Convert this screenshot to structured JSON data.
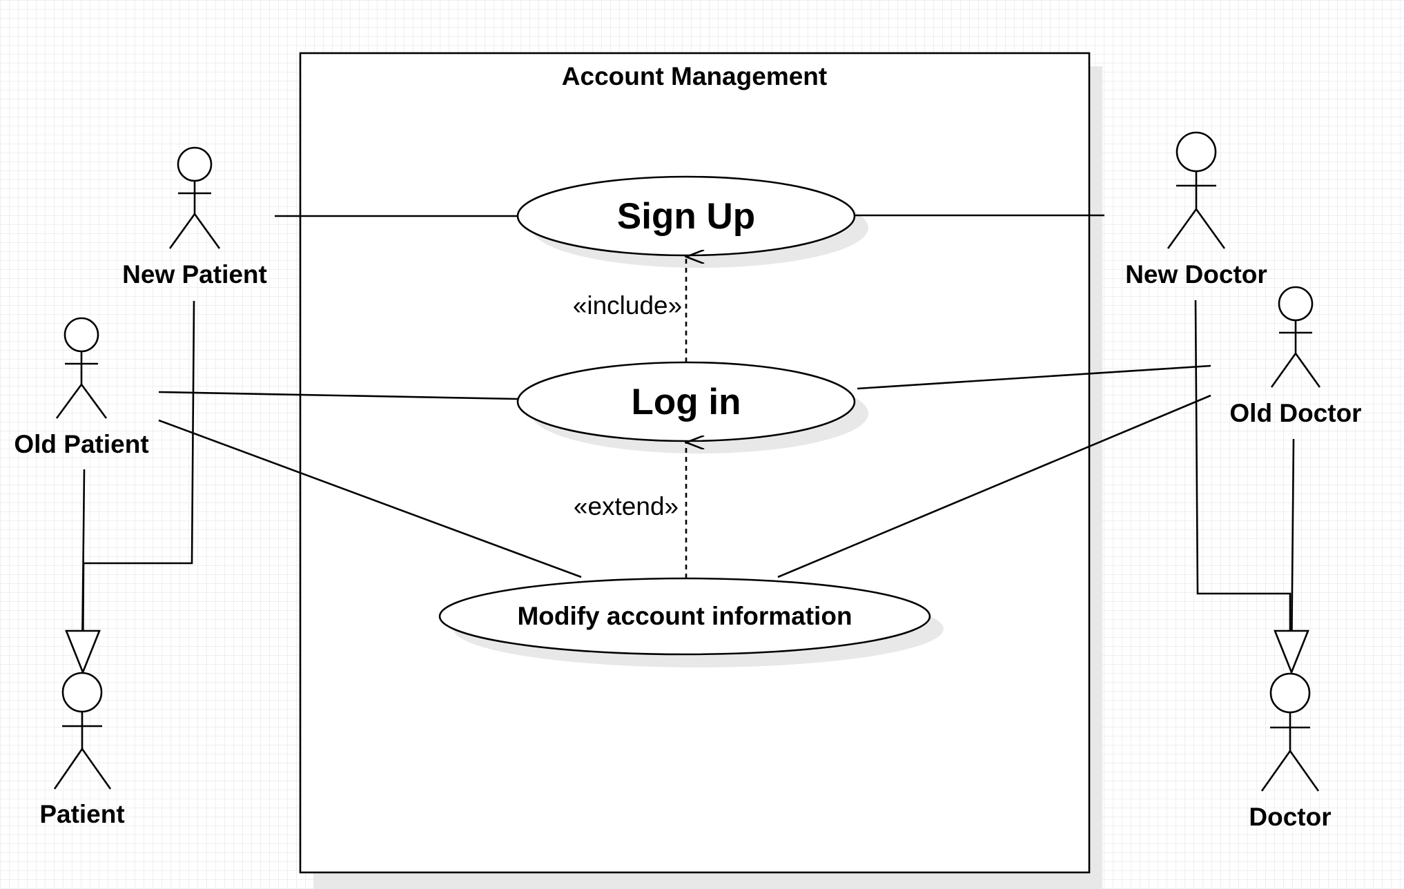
{
  "system": {
    "title": "Account Management"
  },
  "use_cases": {
    "sign_up": "Sign Up",
    "log_in": "Log in",
    "modify": "Modify account information"
  },
  "actors": {
    "new_patient": "New Patient",
    "old_patient": "Old Patient",
    "patient": "Patient",
    "new_doctor": "New Doctor",
    "old_doctor": "Old Doctor",
    "doctor": "Doctor"
  },
  "relations": {
    "include": "«include»",
    "extend": "«extend»"
  }
}
